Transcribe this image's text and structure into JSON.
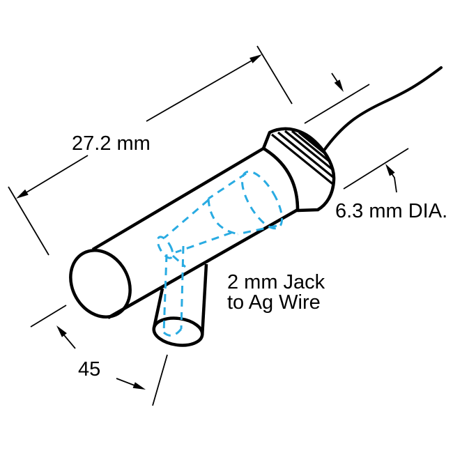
{
  "drawing": {
    "labels": {
      "length": "27.2 mm",
      "diameter": "6.3 mm DIA.",
      "angle": "45",
      "jack_line1": "2 mm Jack",
      "jack_line2": "to Ag Wire"
    },
    "colors": {
      "outline": "#000000",
      "hidden_line": "#29ABE2",
      "background": "#FFFFFF"
    }
  }
}
